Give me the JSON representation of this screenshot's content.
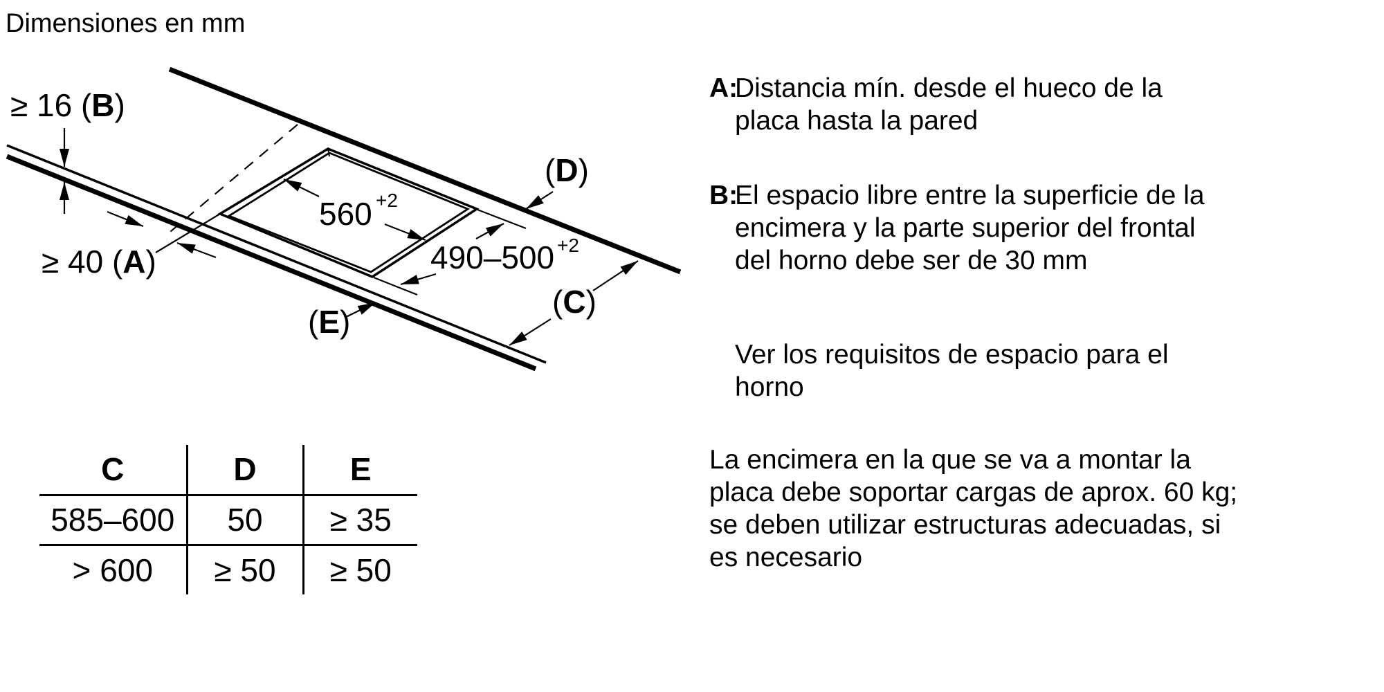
{
  "title": "Dimensiones en mm",
  "diagram": {
    "dim_b": {
      "prefix": "≥ 16 (",
      "letter": "B",
      "suffix": ")"
    },
    "dim_a": {
      "prefix": "≥ 40 (",
      "letter": "A",
      "suffix": ")"
    },
    "dim_d": {
      "prefix": "(",
      "letter": "D",
      "suffix": ")"
    },
    "dim_c": {
      "prefix": "(",
      "letter": "C",
      "suffix": ")"
    },
    "dim_e": {
      "prefix": "(",
      "letter": "E",
      "suffix": ")"
    },
    "cutout_width": {
      "value": "560",
      "tolerance": "+2"
    },
    "cutout_depth": {
      "value": "490–500",
      "tolerance": "+2"
    }
  },
  "table": {
    "headers": [
      "C",
      "D",
      "E"
    ],
    "rows": [
      [
        "585–600",
        "50",
        "≥ 35"
      ],
      [
        "> 600",
        "≥ 50",
        "≥ 50"
      ]
    ]
  },
  "notes": [
    {
      "label": "A:",
      "lines": [
        "Distancia mín. desde el hueco de la",
        "placa hasta la pared"
      ]
    },
    {
      "label": "B:",
      "lines": [
        "El espacio libre entre la superficie de la",
        "encimera y la parte superior del frontal",
        "del horno debe ser de 30 mm"
      ]
    },
    {
      "label": "",
      "lines": [
        "Ver los requisitos de espacio para el",
        "horno"
      ]
    },
    {
      "label": "",
      "lines": [
        "La encimera en la que se va a montar la",
        "placa debe soportar cargas de aprox. 60 kg;",
        "se deben utilizar estructuras adecuadas, si",
        "es necesario"
      ]
    }
  ]
}
